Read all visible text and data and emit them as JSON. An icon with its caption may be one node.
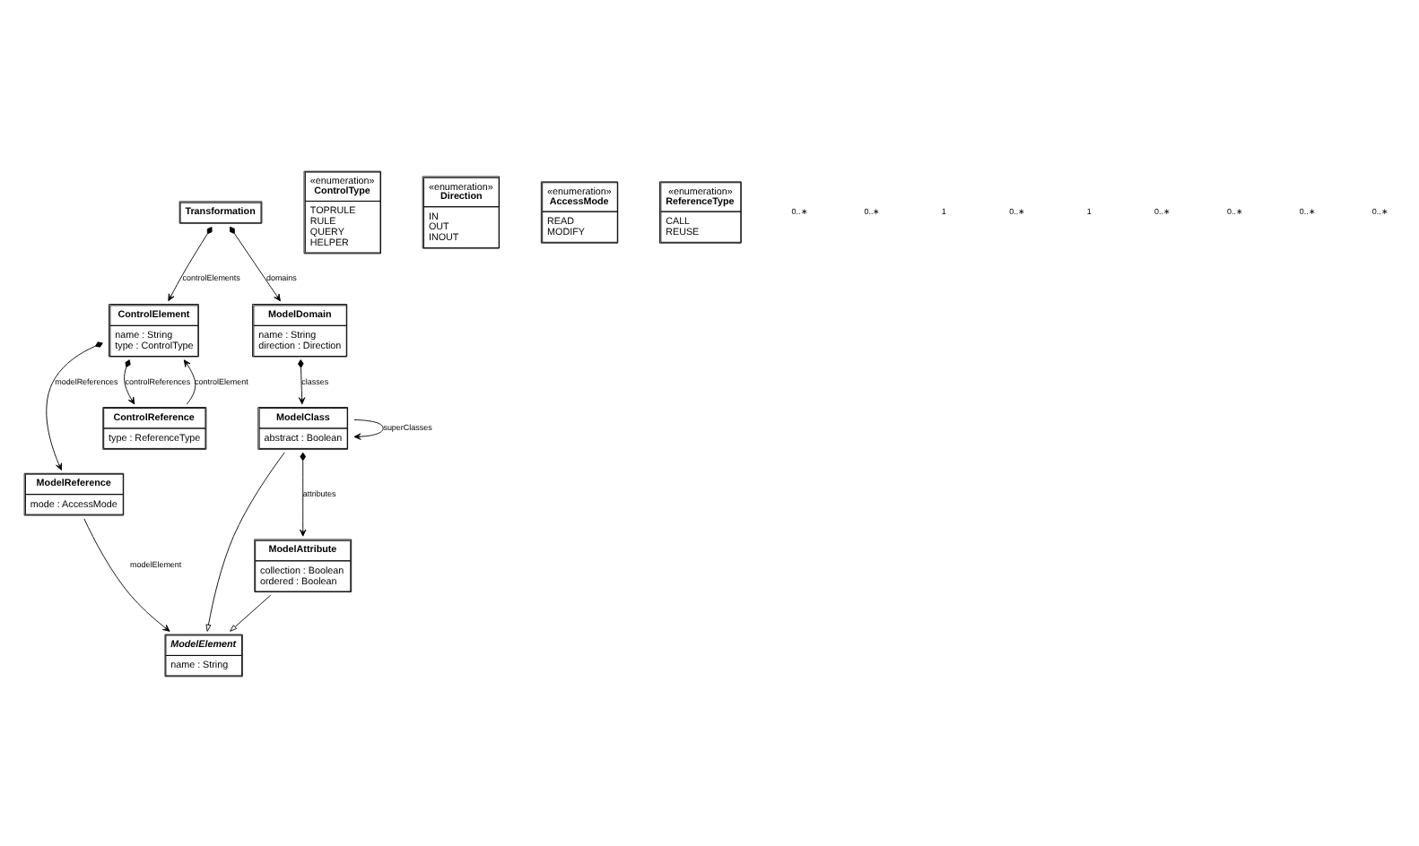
{
  "diagram": {
    "nodes": [
      {
        "text": [
          "ControlElement",
          "name : String",
          "type : ControlType"
        ]
      },
      {
        "text": [
          "Transformation"
        ]
      },
      {
        "text": [
          "ModelDomain",
          "name : String",
          "direction : Direction"
        ]
      },
      {
        "text": [
          "ModelReference",
          "mode : AccessMode"
        ]
      },
      {
        "text": [
          "ModelElement",
          "name : String"
        ]
      },
      {
        "text": [
          "ControlReference",
          "type : ReferenceType"
        ]
      },
      {
        "text": [
          "ModelAttribute",
          "collection : Boolean",
          "ordered : Boolean"
        ]
      },
      {
        "text": [
          "ModelClass",
          "abstract : Boolean"
        ]
      },
      {
        "text": [
          "«enumeration»",
          "ControlType",
          "TOPRULE",
          "RULE",
          "QUERY",
          "HELPER"
        ]
      },
      {
        "text": [
          "«enumeration»",
          "Direction",
          "IN",
          "OUT",
          "INOUT"
        ]
      },
      {
        "text": [
          "«enumeration»",
          "AccessMode",
          "READ",
          "MODIFY"
        ]
      },
      {
        "text": [
          "«enumeration»",
          "ReferenceType",
          "CALL",
          "REUSE"
        ]
      }
    ],
    "edges": [
      {
        "from": 1,
        "to": 0,
        "arrow": "to",
        "label": "controlElements"
      },
      {
        "from": 1,
        "to": 2,
        "arrow": "to",
        "label": "domains"
      },
      {
        "from": 0,
        "to": 3,
        "arrow": "to",
        "label": "modelReferences"
      },
      {
        "from": 3,
        "to": 4,
        "arrow": "to",
        "label": "modelElement"
      },
      {
        "from": 0,
        "to": 5,
        "arrow": "to",
        "label": "controlReferences"
      },
      {
        "from": 5,
        "to": 0,
        "arrow": "to",
        "label": "controlElement"
      },
      {
        "from": 2,
        "to": 7,
        "arrow": "to",
        "label": "classes"
      },
      {
        "from": 6,
        "to": 4,
        "arrow": "to"
      },
      {
        "from": 7,
        "to": 4,
        "arrow": "to"
      },
      {
        "from": 7,
        "to": 6,
        "arrow": "to",
        "label": "attributes"
      },
      {
        "from": 7,
        "to": 7,
        "arrow": "to",
        "label": "superClasses"
      }
    ],
    "labels": [
      "0..∗",
      "0..∗",
      "1",
      "0..∗",
      "1",
      "0..∗",
      "0..∗",
      "0..∗",
      "0..∗"
    ]
  }
}
